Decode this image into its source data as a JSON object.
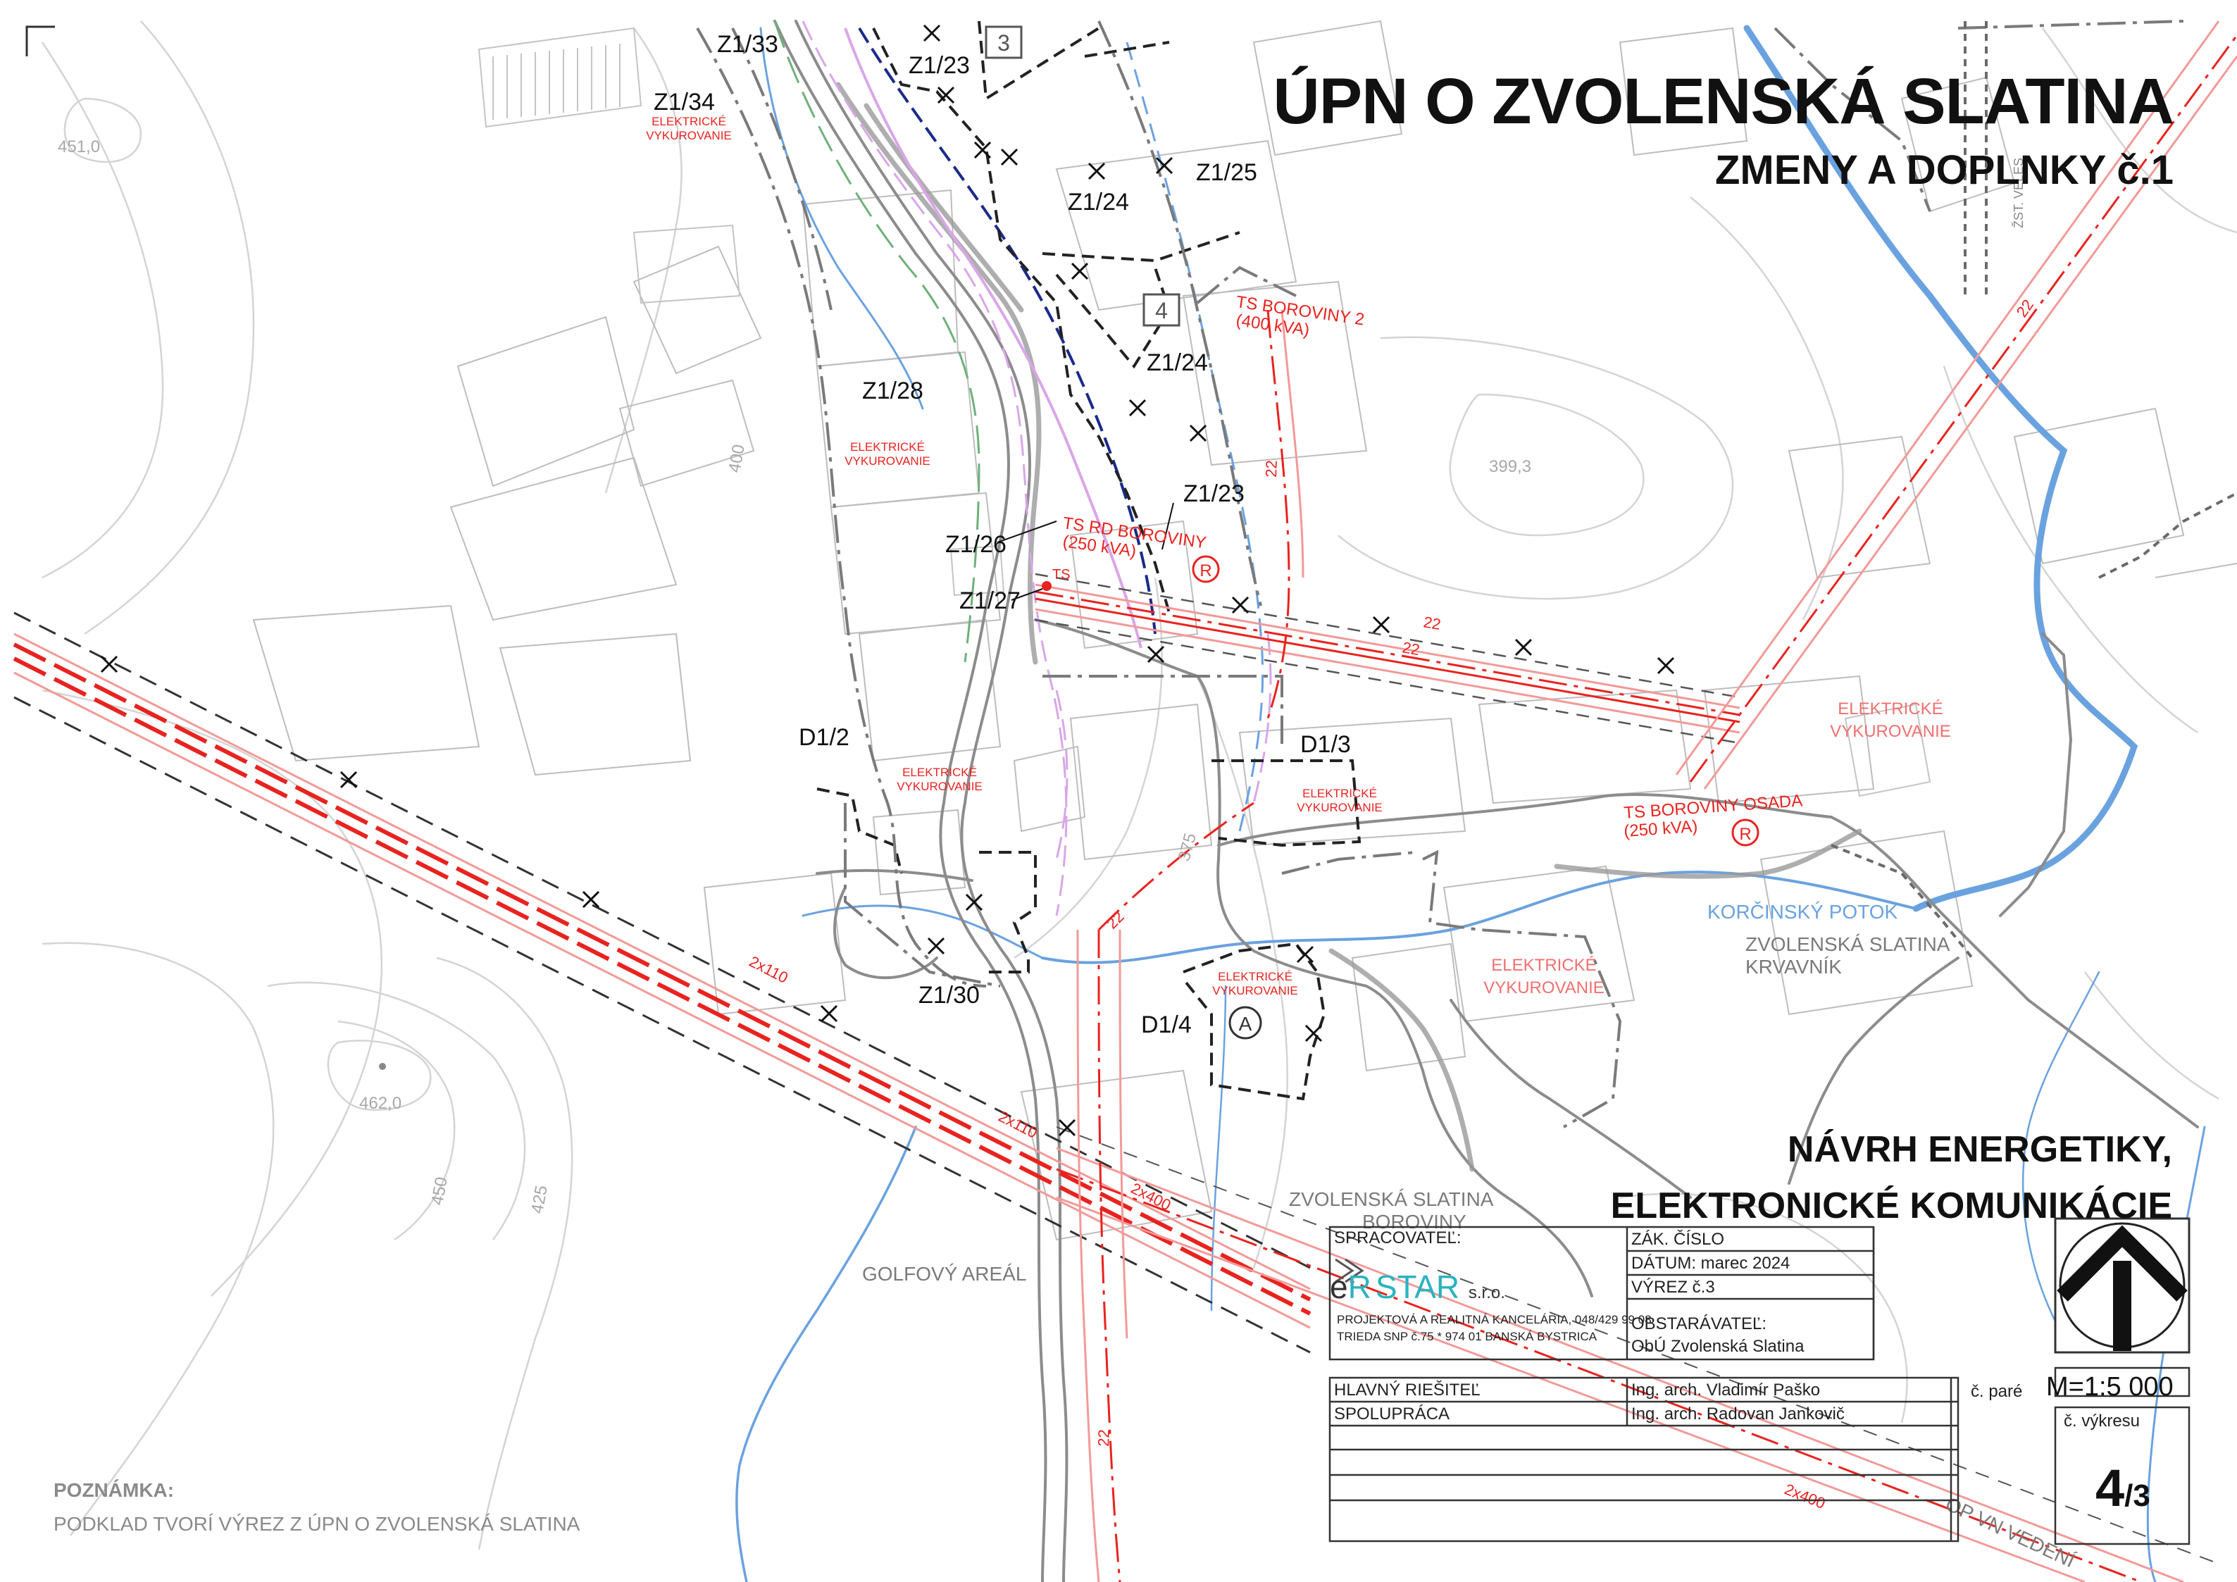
{
  "title": {
    "main": "ÚPN O ZVOLENSKÁ SLATINA",
    "sub": "ZMENY A DOPLNKY č.1"
  },
  "drawing_title": {
    "line1": "NÁVRH ENERGETIKY,",
    "line2": "ELEKTRONICKÉ KOMUNIKÁCIE"
  },
  "note": {
    "heading": "POZNÁMKA:",
    "text": "PODKLAD TVORÍ VÝREZ Z ÚPN O ZVOLENSKÁ SLATINA"
  },
  "map_labels": {
    "z1_33": "Z1/33",
    "z1_34": "Z1/34",
    "z1_23a": "Z1/23",
    "z1_24a": "Z1/24",
    "z1_25": "Z1/25",
    "z1_24b": "Z1/24",
    "z1_28": "Z1/28",
    "z1_23b": "Z1/23",
    "z1_26": "Z1/26",
    "z1_27": "Z1/27",
    "d1_2": "D1/2",
    "d1_3": "D1/3",
    "z1_30": "Z1/30",
    "d1_4": "D1/4",
    "box3": "3",
    "box4": "4",
    "ts_boroviny2_line1": "TS BOROVINY 2",
    "ts_boroviny2_line2": "(400 kVA)",
    "ts_rd_line1": "TS RD BOROVINY",
    "ts_rd_line2": "(250 kVA)",
    "ts_osada_line1": "TS BOROVINY OSADA",
    "ts_osada_line2": "(250 kVA)",
    "ts_marker": "TS",
    "r_symbol": "R",
    "a_symbol": "A",
    "heating": "ELEKTRICKÉ VYKUROVANIE",
    "heating_l1": "ELEKTRICKÉ",
    "heating_l2": "VYKUROVANIE",
    "korcinsky": "KORČINSKÝ POTOK",
    "place1_line1": "ZVOLENSKÁ SLATINA",
    "place1_line2": "KRVAVNÍK",
    "place2_line1": "ZVOLENSKÁ SLATINA",
    "place2_line2": "BOROVINY",
    "golf": "GOLFOVÝ AREÁL",
    "elev_451": "451,0",
    "elev_399": "399,3",
    "elev_462": "462,0",
    "contour_400": "400",
    "contour_375": "375",
    "contour_450": "450",
    "contour_425": "425",
    "cable_22": "22",
    "cable_2x110": "2x110",
    "cable_2x400": "2x400",
    "vn_vedenie": "OP VN VEDENÍ",
    "rail": "ŽST. VELES"
  },
  "title_block": {
    "spracovatel_label": "SPRACOVATEĽ:",
    "company_e": "e",
    "company_r": "R",
    "company_star": "STAR",
    "company_sro": "s.r.o.",
    "company_line1": "PROJEKTOVÁ A REALITNÁ KANCELÁRIA, 048/429 99 08",
    "company_line2": "TRIEDA SNP č.75 * 974 01 BANSKÁ BYSTRICA",
    "zak_cislo": "ZÁK. ČÍSLO",
    "datum": "DÁTUM: marec 2024",
    "vyrez": "VÝREZ č.3",
    "obstaravatel_label": "OBSTARÁVATEĽ:",
    "obstaravatel": "ObÚ Zvolenská Slatina",
    "hlavny_label": "HLAVNÝ RIEŠITEĽ",
    "hlavny": "Ing. arch. Vladimír Paško",
    "spolupraca_label": "SPOLUPRÁCA",
    "spolupraca": "Ing. arch. Radovan Jankovič",
    "c_pare": "č. paré",
    "scale": "M=1:5 000",
    "c_vykresu": "č. výkresu",
    "sheet_main": "4",
    "sheet_sub": "/3"
  },
  "colors": {
    "power": "#e8231f",
    "power_light": "#f29a98",
    "water": "#6aa2e0",
    "road": "#8c8c8c",
    "terrain": "#cfcfcf",
    "boundary": "#222222",
    "green": "#6fb07a",
    "violet": "#d9a6e8"
  }
}
